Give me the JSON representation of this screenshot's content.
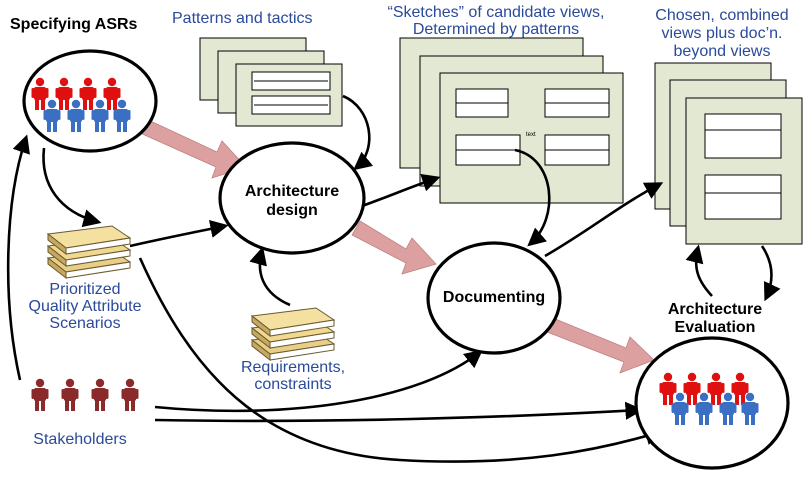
{
  "labels": {
    "specifying_asrs": "Specifying ASRs",
    "patterns_tactics": "Patterns and tactics",
    "sketches_line1": "“Sketches” of candidate views,",
    "sketches_line2": "Determined by patterns",
    "chosen_line1": "Chosen, combined",
    "chosen_line2": "views plus doc’n.",
    "chosen_line3": "beyond views",
    "arch_design_line1": "Architecture",
    "arch_design_line2": "design",
    "documenting": "Documenting",
    "arch_eval_line1": "Architecture",
    "arch_eval_line2": "Evaluation",
    "pqas_line1": "Prioritized",
    "pqas_line2": "Quality Attribute",
    "pqas_line3": "Scenarios",
    "req_line1": "Requirements,",
    "req_line2": "constraints",
    "stakeholders": "Stakeholders",
    "sketch_text": "text"
  },
  "colors": {
    "label_blue": "#2a4a9a",
    "doc_fill": "#e2e8d2",
    "flow_arrow": "#dca0a0",
    "person_red": "#e01010",
    "person_blue": "#3a6fc4",
    "person_maroon": "#8b2a2a",
    "book_fill": "#f0d890"
  }
}
